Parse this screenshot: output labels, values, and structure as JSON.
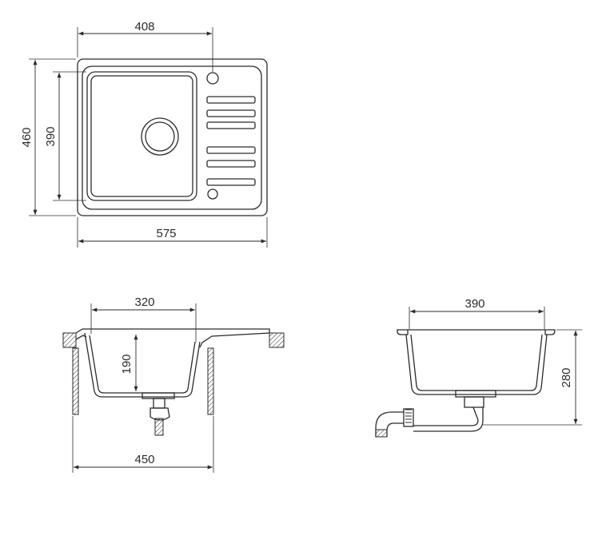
{
  "top_view": {
    "dim_top": "408",
    "dim_bottom": "575",
    "dim_left_outer": "460",
    "dim_left_inner": "390"
  },
  "front_view": {
    "dim_top": "320",
    "dim_depth": "190",
    "dim_bottom": "450"
  },
  "side_view": {
    "dim_top": "390",
    "dim_right": "280"
  }
}
